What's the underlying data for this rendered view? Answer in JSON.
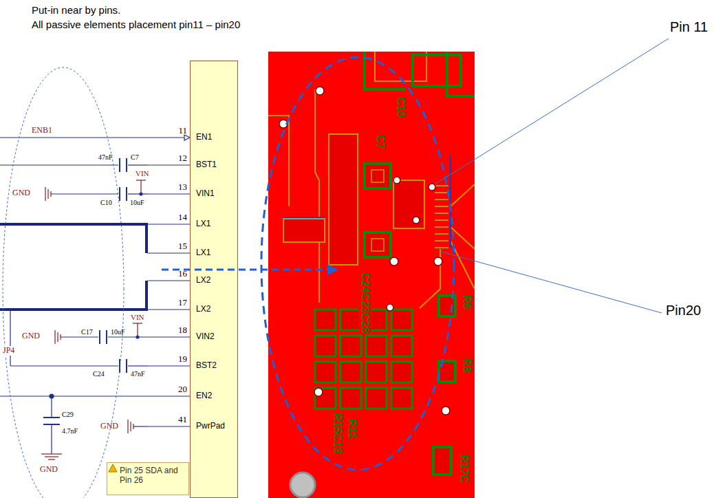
{
  "diagram": {
    "nodes": [
      {
        "text": [
          "EN1",
          "BST1",
          "VIN1",
          "LX1",
          "LX1",
          "LX2",
          "LX2",
          "VIN2",
          "BST2",
          "EN2",
          "PwrPad"
        ]
      },
      {
        "text": [
          "Pin 25 SDA and Pin 26"
        ]
      }
    ],
    "labels": [
      "Put-in near by pins.",
      "All passive elements placement pin11 – pin20",
      "Pin 11",
      "Pin20",
      "ENB1",
      "11",
      "12",
      "13",
      "14",
      "15",
      "16",
      "17",
      "18",
      "19",
      "20",
      "41",
      "47nF",
      "C7",
      "VIN",
      "GND",
      "C10",
      "10uF",
      "VIN",
      "GND",
      "C17",
      "10uF",
      "JP4",
      "C24",
      "47nF",
      "C29",
      "4.7nF",
      "GND",
      "GND",
      "C10",
      "C7",
      "C24C23C28",
      "R15C18",
      "R11",
      "R17C",
      "R6",
      "R8"
    ]
  }
}
